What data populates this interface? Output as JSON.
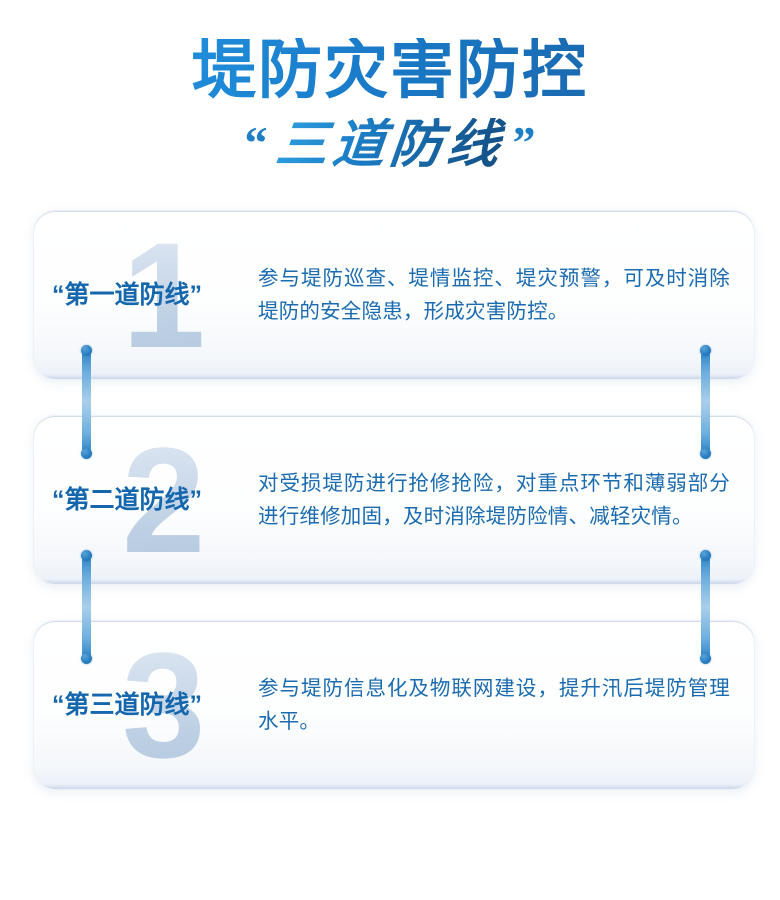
{
  "header": {
    "title": "堤防灾害防控",
    "quote_open": "“",
    "subtitle": "三道防线",
    "quote_close": "”"
  },
  "colors": {
    "title_gradient_start": "#3ba7e8",
    "title_gradient_end": "#1a5d9c",
    "subtitle_gradient_start": "#2f9fe0",
    "subtitle_gradient_end": "#134f84",
    "label_blue": "#1466ad",
    "body_blue": "#1a6bb0",
    "watermark_blue": "#c4d4e8",
    "connector_blue": "#2a7fc4",
    "card_background": "#ffffff",
    "page_background": "#ffffff"
  },
  "cards": [
    {
      "number": "1",
      "label": "“第一道防线”",
      "body": "参与堤防巡查、堤情监控、堤灾预警，可及时消除堤防的安全隐患，形成灾害防控。"
    },
    {
      "number": "2",
      "label": "“第二道防线”",
      "body": "对受损堤防进行抢修抢险，对重点环节和薄弱部分进行维修加固，及时消除堤防险情、减轻灾情。"
    },
    {
      "number": "3",
      "label": "“第三道防线”",
      "body": "参与堤防信息化及物联网建设，提升汛后堤防管理水平。"
    }
  ]
}
